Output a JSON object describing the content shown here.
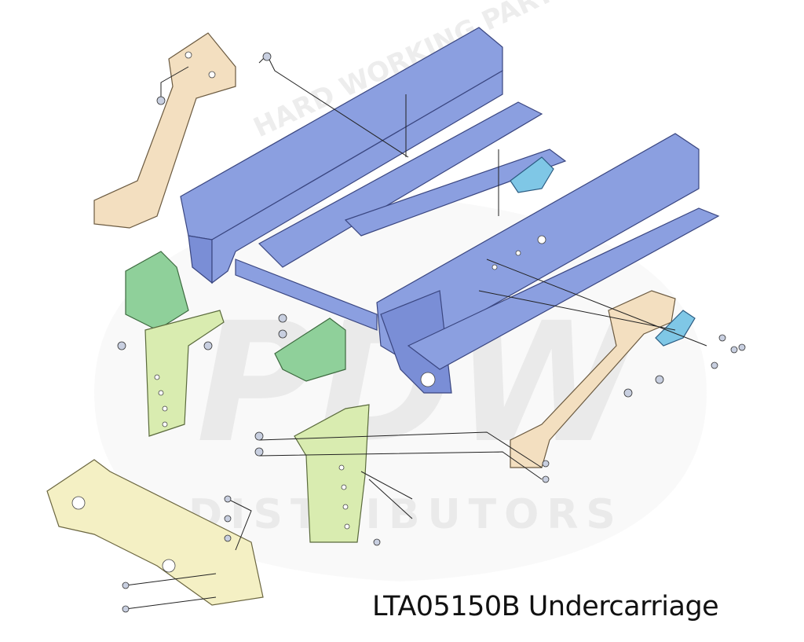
{
  "diagram": {
    "caption": "LTA05150B Undercarriage",
    "watermark": {
      "arc_text": "HARD WORKING PARTS",
      "logo_text": "PDW",
      "subtitle": "DISTRIBUTORS"
    },
    "parts": [
      {
        "name": "main-frame-rails",
        "color": "#8b9fe0"
      },
      {
        "name": "rear-tie-arm",
        "color": "#f3dfc0"
      },
      {
        "name": "front-tie-arm",
        "color": "#f3dfc0"
      },
      {
        "name": "left-hanger-bracket",
        "color": "#8fd09a"
      },
      {
        "name": "center-hanger-bracket",
        "color": "#8fd09a"
      },
      {
        "name": "left-hanger-plate",
        "color": "#d9ecb0"
      },
      {
        "name": "center-hanger-plate",
        "color": "#d9ecb0"
      },
      {
        "name": "cross-member",
        "color": "#f4f0c4"
      },
      {
        "name": "tie-plate-top",
        "color": "#7fc7e6"
      },
      {
        "name": "tie-plate-right",
        "color": "#7fc7e6"
      }
    ]
  }
}
